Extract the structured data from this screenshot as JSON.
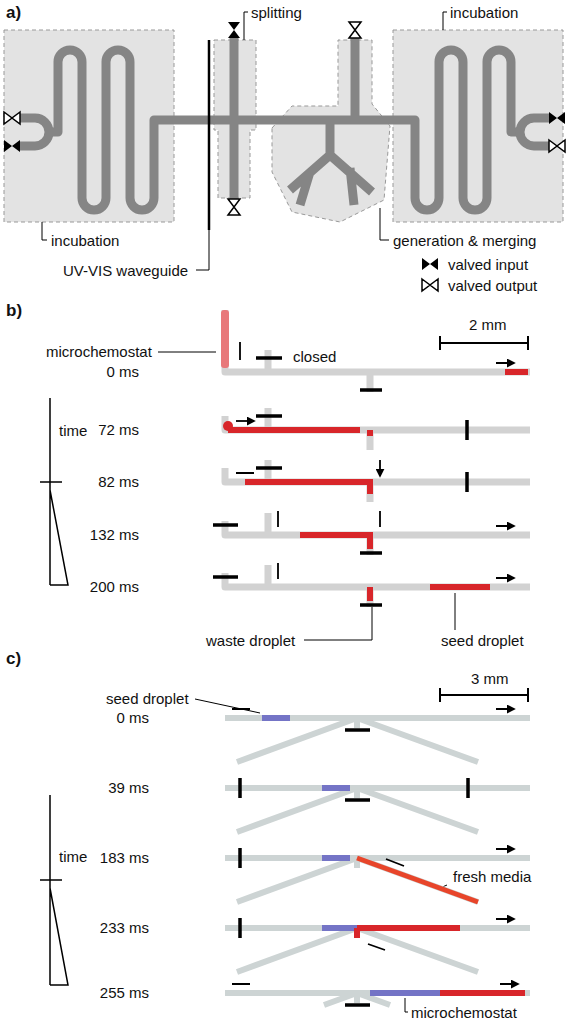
{
  "diagram": {
    "labels": [
      "a)",
      "splitting",
      "incubation",
      "incubation",
      "UV-VIS waveguide",
      "generation & merging",
      "b)",
      "microchemostat",
      "closed",
      "2 mm",
      "0 ms",
      "72 ms",
      "82 ms",
      "132 ms",
      "200 ms",
      "time",
      "waste droplet",
      "seed droplet",
      "c)",
      "seed droplet",
      "3 mm",
      "0 ms",
      "39 ms",
      "183 ms",
      "233 ms",
      "255 ms",
      "time",
      "fresh media",
      "microchemostat"
    ],
    "legend": [
      {
        "text": "valved input"
      },
      {
        "text": "valved output"
      }
    ]
  }
}
